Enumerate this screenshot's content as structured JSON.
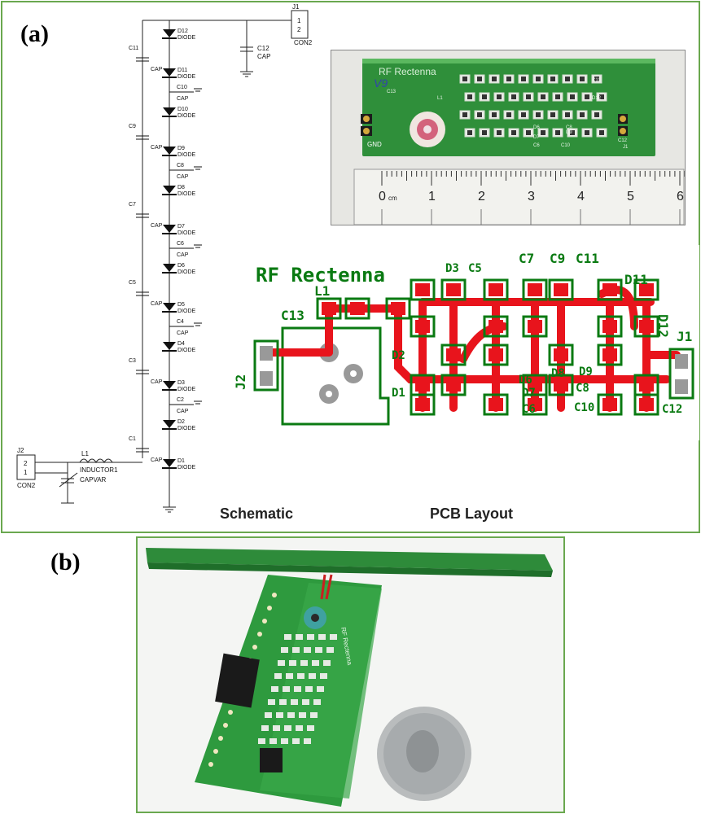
{
  "panel_a": {
    "label": "(a)",
    "schematic_caption": "Schematic",
    "pcb_caption": "PCB Layout",
    "schematic": {
      "j1_ref": "J1",
      "j1_pins": [
        "1",
        "2"
      ],
      "j1_type": "CON2",
      "j2_ref": "J2",
      "j2_pins": [
        "2",
        "1"
      ],
      "j2_type": "CON2",
      "c12_ref": "C12",
      "cap_type": "CAP",
      "diode_type": "DIODE",
      "l1_ref": "L1",
      "l1_type": "INDUCTOR1",
      "capvar_type": "CAPVAR",
      "diodes": [
        "D12",
        "D11",
        "D10",
        "D9",
        "D8",
        "D7",
        "D6",
        "D5",
        "D4",
        "D3",
        "D2",
        "D1"
      ],
      "left_caps": [
        "C11",
        "C9",
        "C7",
        "C5",
        "C3",
        "C1"
      ],
      "right_caps": [
        "C10",
        "C8",
        "C6",
        "C4",
        "C2"
      ]
    },
    "photo_top": {
      "board_text": "RF Rectenna",
      "handwriting": "V9",
      "gnd_label": "GND",
      "ruler_unit": "cm",
      "ruler_numbers": [
        "0",
        "1",
        "2",
        "3",
        "4",
        "5",
        "6"
      ],
      "silk_labels": [
        "C13",
        "L1",
        "D6",
        "D7",
        "C6",
        "C8",
        "C10",
        "D9",
        "D12",
        "C11",
        "C12",
        "J1"
      ]
    },
    "pcb": {
      "title": "RF Rectenna",
      "labels": {
        "L1": "L1",
        "C13": "C13",
        "J2": "J2",
        "J1": "J1",
        "C7": "C7",
        "C9": "C9",
        "C11": "C11",
        "D3": "D3",
        "C5": "C5",
        "D11": "D11",
        "D12": "D12",
        "D2": "D2",
        "D1": "D1",
        "D6": "D6",
        "D7": "D7",
        "D8": "D8",
        "D9": "D9",
        "C8": "C8",
        "C6": "C6",
        "C10": "C10",
        "C12": "C12"
      }
    }
  },
  "panel_b": {
    "label": "(b)",
    "board_text": "RF Rectenna"
  },
  "colors": {
    "border": "#6aa84f",
    "pcb_green": "#0a7a12",
    "trace_red": "#e8141c",
    "board_green": "#2e8b3a"
  }
}
